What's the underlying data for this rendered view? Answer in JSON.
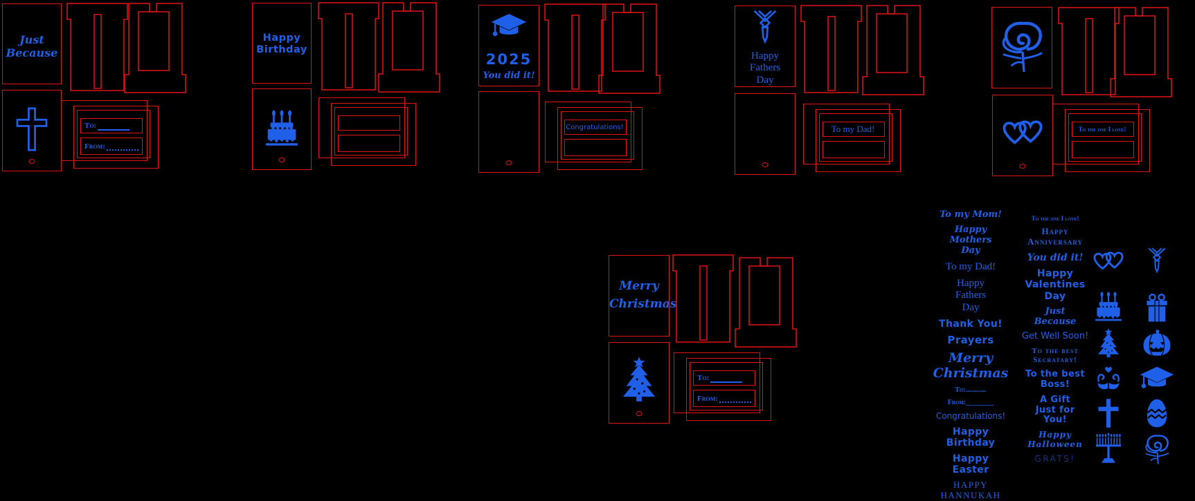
{
  "colors": {
    "background": "#000000",
    "cut_line": "#e11414",
    "engrave": "#2060e8"
  },
  "kits": [
    {
      "name": "just-because",
      "front_lines": [
        "Just",
        "Because"
      ],
      "back_icon": "cross",
      "plate1": {
        "label": "To:",
        "rule": "solid"
      },
      "plate2": {
        "label": "From:",
        "rule": "dotted"
      }
    },
    {
      "name": "happy-birthday",
      "front_lines": [
        "Happy",
        "Birthday"
      ],
      "back_icon": "cake",
      "plate1": {
        "label": "",
        "rule": "none"
      },
      "plate2": {
        "label": "",
        "rule": "none"
      }
    },
    {
      "name": "graduation-2025",
      "front_icon": "grad-cap",
      "front_lines": [
        "2025",
        "You did it!"
      ],
      "back_icon": "",
      "plate1": {
        "label": "Congratulations!",
        "rule": "none"
      },
      "plate2": {
        "label": "",
        "rule": "none"
      }
    },
    {
      "name": "fathers-day",
      "front_icon": "tie",
      "front_lines": [
        "Happy",
        "Fathers",
        "Day"
      ],
      "back_icon": "",
      "plate1": {
        "label": "To my Dad!",
        "rule": "none"
      },
      "plate2": {
        "label": "",
        "rule": "none"
      }
    },
    {
      "name": "to-the-one-i-love",
      "front_icon": "rose",
      "front_lines": [],
      "back_icon": "hearts",
      "plate1": {
        "label": "To the one I love!",
        "rule": "none"
      },
      "plate2": {
        "label": "",
        "rule": "none"
      }
    },
    {
      "name": "merry-christmas",
      "front_lines": [
        "Merry",
        "Christmas"
      ],
      "back_icon": "tree",
      "plate1": {
        "label": "To:",
        "rule": "solid"
      },
      "plate2": {
        "label": "From:",
        "rule": "dotted"
      }
    }
  ],
  "phrase_columns": [
    {
      "items": [
        {
          "lines": [
            "To my Mom!"
          ],
          "style": "script",
          "size": 13
        },
        {
          "lines": [
            "Happy",
            "Mothers",
            "Day"
          ],
          "style": "script",
          "size": 13
        },
        {
          "lines": [
            "To my Dad!"
          ],
          "style": "serif",
          "size": 15
        },
        {
          "lines": [
            "Happy",
            "Fathers",
            "Day"
          ],
          "style": "serif",
          "size": 15
        },
        {
          "lines": [
            "Thank You!"
          ],
          "style": "chunky",
          "size": 14
        },
        {
          "lines": [
            "Prayers"
          ],
          "style": "chunky",
          "size": 15
        },
        {
          "lines": [
            "Merry",
            "Christmas"
          ],
          "style": "script",
          "size": 19
        },
        {
          "lines": [
            "To:............"
          ],
          "style": "smallcaps",
          "size": 10
        },
        {
          "lines": [
            "From:________"
          ],
          "style": "smallcaps",
          "size": 10
        },
        {
          "lines": [
            "Congratulations!"
          ],
          "style": "rounded",
          "size": 12
        },
        {
          "lines": [
            "Happy",
            "Birthday"
          ],
          "style": "chunky",
          "size": 14
        },
        {
          "lines": [
            "Happy",
            "Easter"
          ],
          "style": "chunky",
          "size": 14
        },
        {
          "lines": [
            "HAPPY",
            "HANNUKAH"
          ],
          "style": "serifcaps",
          "size": 13
        }
      ]
    },
    {
      "items": [
        {
          "lines": [
            "To the one I love!"
          ],
          "style": "smallcaps",
          "size": 9
        },
        {
          "lines": [
            "Happy",
            "Anniversary"
          ],
          "style": "smallcaps2",
          "size": 13
        },
        {
          "lines": [
            "You did it!"
          ],
          "style": "script",
          "size": 14
        },
        {
          "lines": [
            "Happy",
            "Valentines",
            "Day"
          ],
          "style": "chunky",
          "size": 14
        },
        {
          "lines": [
            "Just",
            "Because"
          ],
          "style": "script",
          "size": 13
        },
        {
          "lines": [
            "Get Well Soon!"
          ],
          "style": "rounded",
          "size": 13
        },
        {
          "lines": [
            "To the best",
            "Secratary!"
          ],
          "style": "smallcaps2",
          "size": 11
        },
        {
          "lines": [
            "To the best",
            "Boss!"
          ],
          "style": "chunky",
          "size": 13
        },
        {
          "lines": [
            "A Gift",
            "Just for",
            "You!"
          ],
          "style": "chunky",
          "size": 13
        },
        {
          "lines": [
            "Happy",
            "Halloween"
          ],
          "style": "halloween",
          "size": 12
        },
        {
          "lines": [
            "GRATS!"
          ],
          "style": "outline",
          "size": 12
        }
      ]
    }
  ],
  "icon_sheet": {
    "rows": [
      [
        "hearts",
        "tie"
      ],
      [
        "cake",
        "gift"
      ],
      [
        "tree",
        "pumpkin"
      ],
      [
        "swans",
        "grad-cap"
      ],
      [
        "cross",
        "egg"
      ],
      [
        "menorah",
        "rose"
      ]
    ]
  }
}
